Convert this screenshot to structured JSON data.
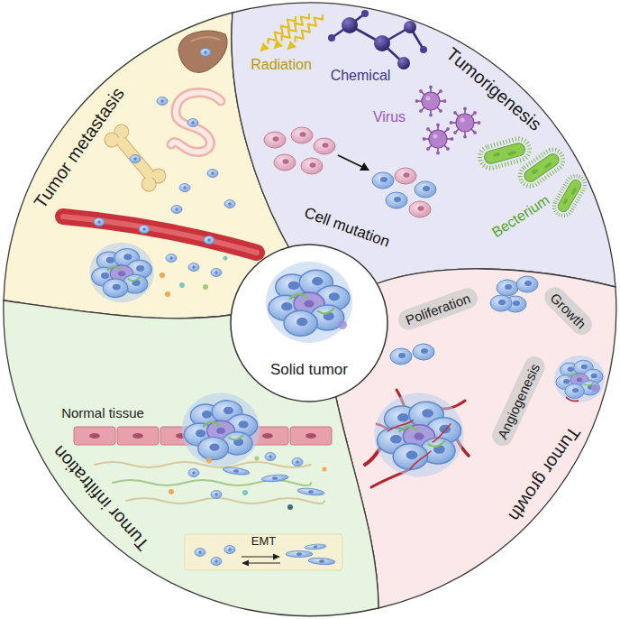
{
  "diagram": {
    "nodes": [
      {
        "text": [
          "Tumor metastasis"
        ]
      },
      {
        "text": [
          "Tumorigenesis"
        ]
      },
      {
        "text": [
          "Tumor growth"
        ]
      },
      {
        "text": [
          "Tumor infiltration"
        ]
      },
      {
        "text": [
          "Solid tumor"
        ]
      },
      {
        "text": [
          "Poliferation"
        ],
        "in": 2
      },
      {
        "text": [
          "Growth"
        ],
        "in": 2
      },
      {
        "text": [
          "Angiogenesis"
        ],
        "in": 2
      },
      {
        "text": [
          "EMT"
        ],
        "in": 3
      }
    ],
    "labels": [
      "Radiation",
      "Chemical",
      "Virus",
      "Becterium",
      "Cell mutation",
      "Normal tissue"
    ]
  }
}
